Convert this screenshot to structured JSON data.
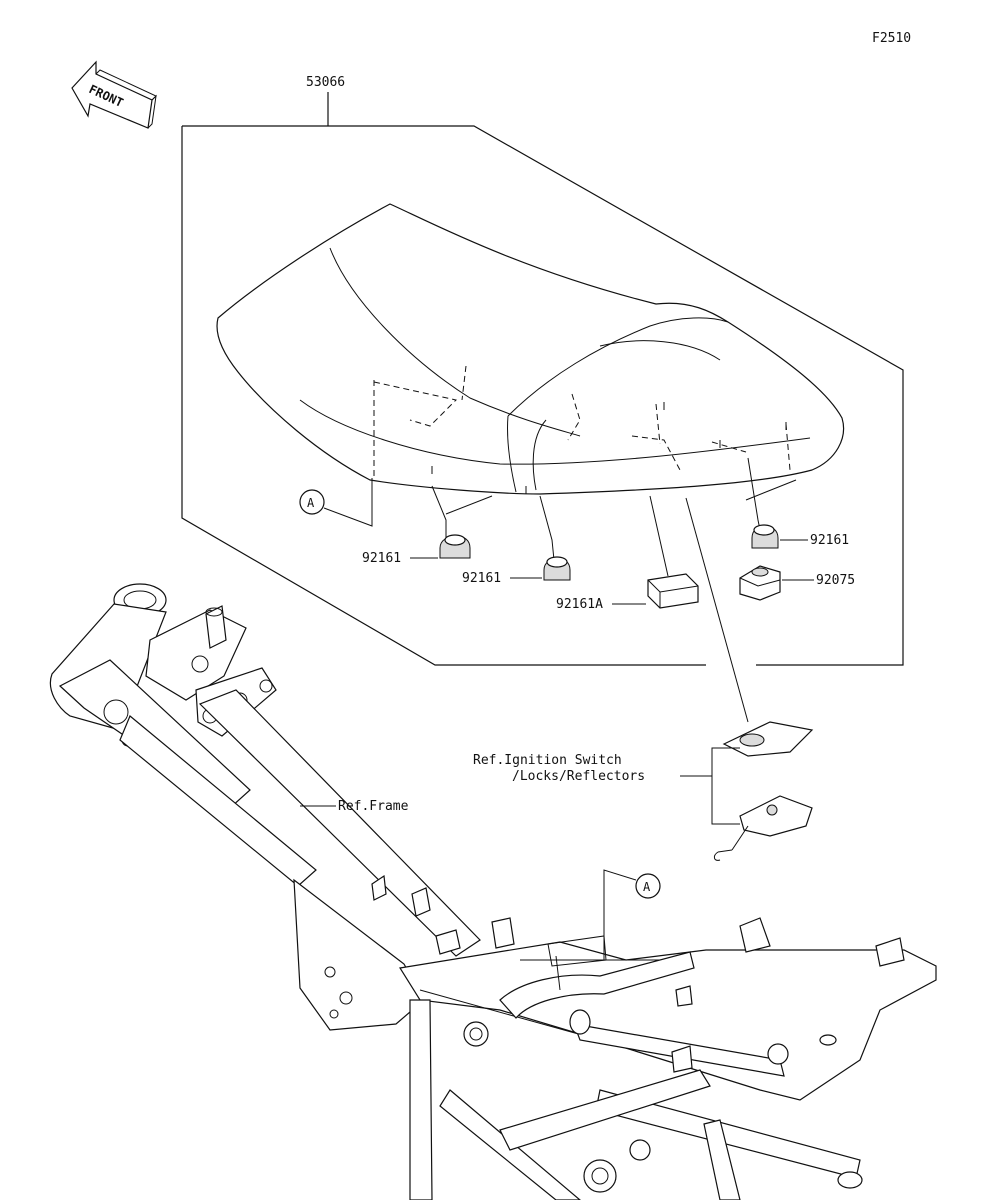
{
  "diagram_code": "F2510",
  "front_label": "FRONT",
  "parts": {
    "seat": "53066",
    "damper_1": "92161",
    "damper_2": "92161",
    "damper_3": "92161",
    "damper_a": "92161A",
    "damper_4": "92075"
  },
  "callout_a_top": "A",
  "callout_a_bottom": "A",
  "ref_ignition_line1": "Ref.Ignition Switch",
  "ref_ignition_line2": "/Locks/Reflectors",
  "ref_frame": "Ref.Frame"
}
